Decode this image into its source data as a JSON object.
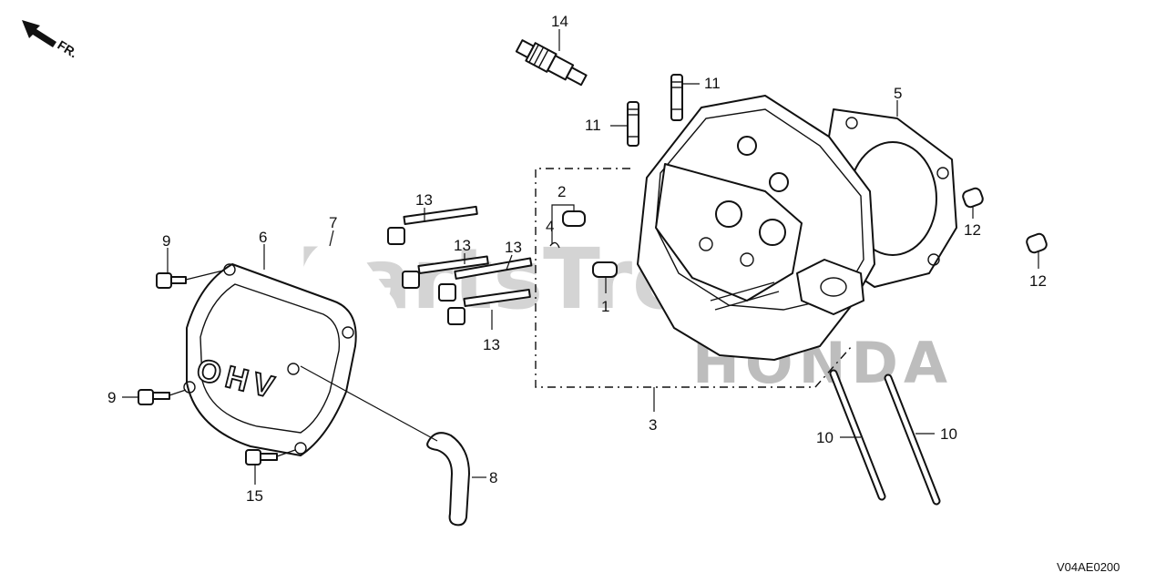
{
  "direction_label": "FR.",
  "watermark": {
    "left": "PartsTree",
    "right": "HONDA"
  },
  "diagram_code": "V04AE0200",
  "callouts": [
    {
      "id": "c14",
      "text": "14"
    },
    {
      "id": "c11a",
      "text": "11"
    },
    {
      "id": "c11b",
      "text": "11"
    },
    {
      "id": "c5",
      "text": "5"
    },
    {
      "id": "c2",
      "text": "2"
    },
    {
      "id": "c4",
      "text": "4"
    },
    {
      "id": "c1",
      "text": "1"
    },
    {
      "id": "c3",
      "text": "3"
    },
    {
      "id": "c12a",
      "text": "12"
    },
    {
      "id": "c12b",
      "text": "12"
    },
    {
      "id": "c13a",
      "text": "13"
    },
    {
      "id": "c13b",
      "text": "13"
    },
    {
      "id": "c13c",
      "text": "13"
    },
    {
      "id": "c13d",
      "text": "13"
    },
    {
      "id": "c9a",
      "text": "9"
    },
    {
      "id": "c9b",
      "text": "9"
    },
    {
      "id": "c6",
      "text": "6"
    },
    {
      "id": "c7",
      "text": "7"
    },
    {
      "id": "c8",
      "text": "8"
    },
    {
      "id": "c15",
      "text": "15"
    },
    {
      "id": "c10a",
      "text": "10"
    },
    {
      "id": "c10b",
      "text": "10"
    }
  ],
  "cover_lettering": "OHV"
}
